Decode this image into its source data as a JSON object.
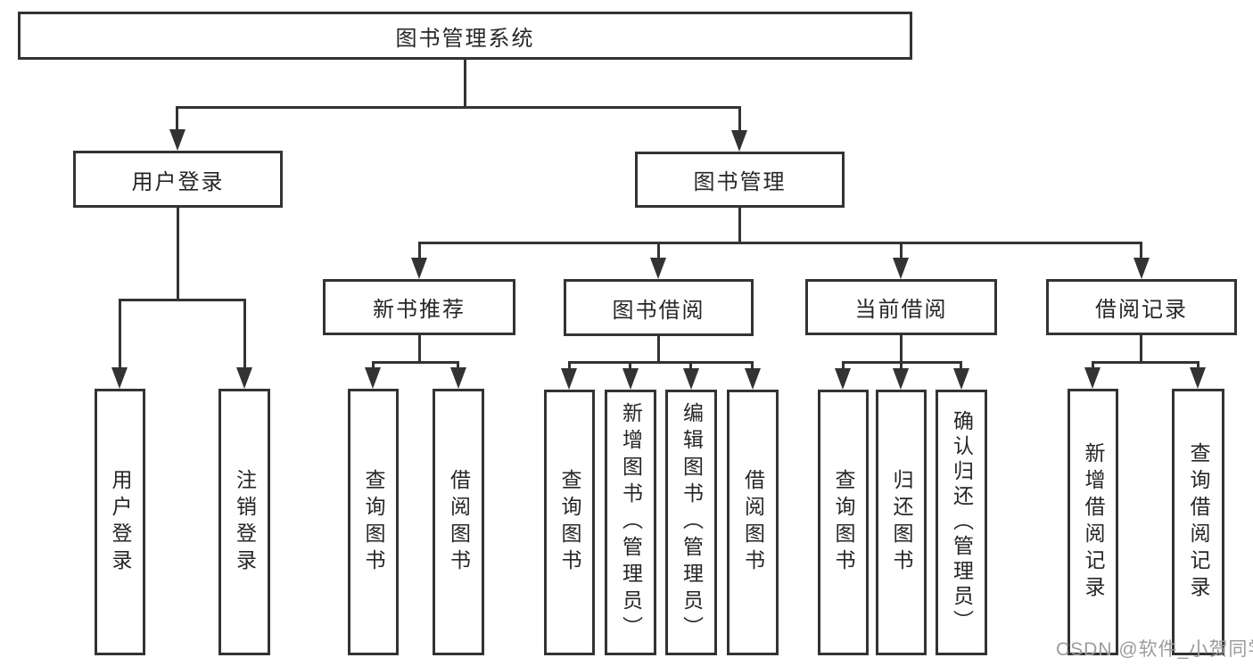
{
  "diagram": {
    "type": "hierarchy-tree",
    "colors": {
      "line": "#333333",
      "text": "#262626",
      "background": "#ffffff",
      "watermark": "#9c9c9c"
    },
    "nodes": {
      "root": "图书管理系统",
      "level2": [
        "用户登录",
        "图书管理"
      ],
      "level3": [
        "新书推荐",
        "图书借阅",
        "当前借阅",
        "借阅记录"
      ],
      "leaves": [
        "用户登录",
        "注销登录",
        "查询图书",
        "借阅图书",
        "查询图书",
        "新增图书（管理员）",
        "编辑图书（管理员）",
        "借阅图书",
        "查询图书",
        "归还图书",
        "确认归还（管理员）",
        "新增借阅记录",
        "查询借阅记录"
      ]
    },
    "edges": [
      "图书管理系统→用户登录",
      "图书管理系统→图书管理",
      "用户登录→用户登录",
      "用户登录→注销登录",
      "图书管理→新书推荐",
      "图书管理→图书借阅",
      "图书管理→当前借阅",
      "图书管理→借阅记录",
      "新书推荐→查询图书",
      "新书推荐→借阅图书",
      "图书借阅→查询图书",
      "图书借阅→新增图书（管理员）",
      "图书借阅→编辑图书（管理员）",
      "图书借阅→借阅图书",
      "当前借阅→查询图书",
      "当前借阅→归还图书",
      "当前借阅→确认归还（管理员）",
      "借阅记录→新增借阅记录",
      "借阅记录→查询借阅记录"
    ]
  },
  "watermark": "CSDN @软件_小贺同学"
}
